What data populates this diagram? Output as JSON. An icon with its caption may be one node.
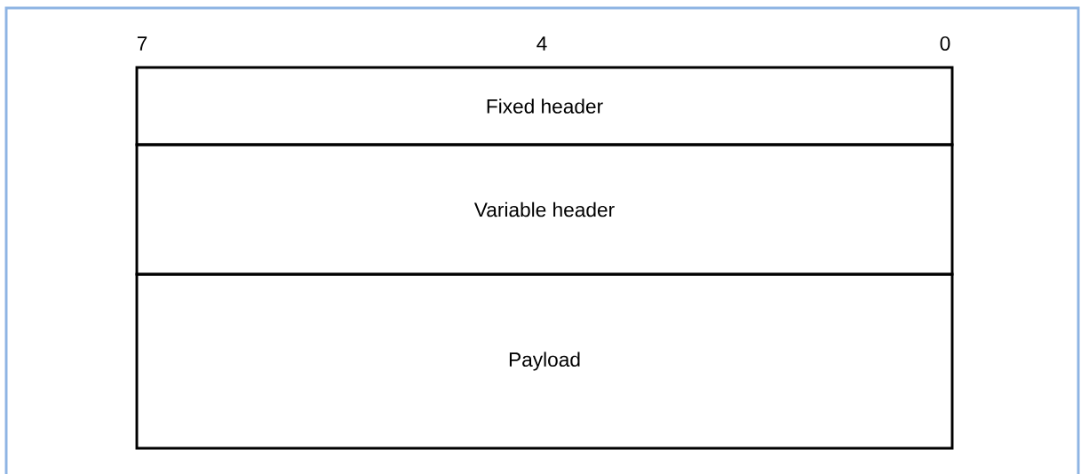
{
  "diagram": {
    "nodes": [
      {
        "text": [
          "Fixed header"
        ]
      },
      {
        "text": [
          "Variable header"
        ]
      },
      {
        "text": [
          "Payload"
        ]
      }
    ],
    "labels": [
      "7",
      "4",
      "0"
    ]
  }
}
